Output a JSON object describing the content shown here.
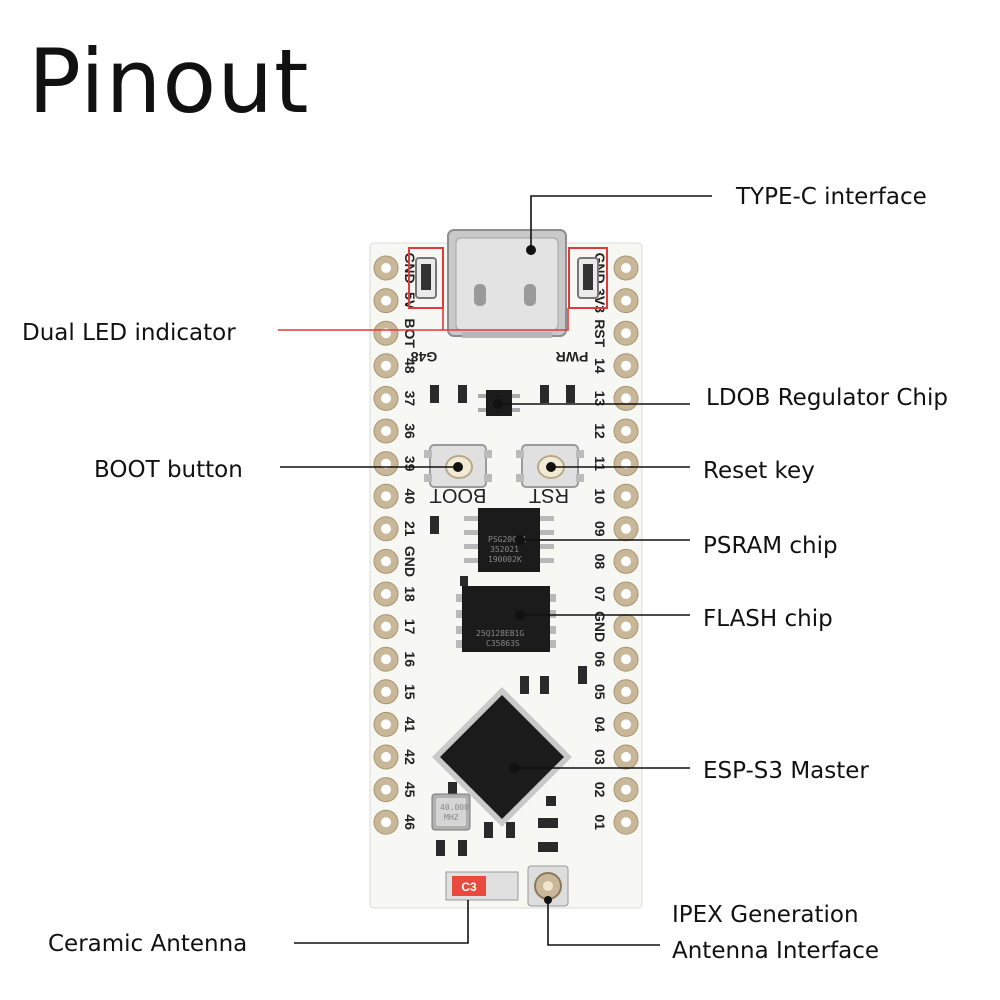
{
  "title": "Pinout",
  "colors": {
    "board": "#f7f7f4",
    "pad": "#c9b79a",
    "callout_line": "#111111",
    "led_highlight": "#e23a3a",
    "chip": "#1b1b1b"
  },
  "callouts": {
    "type_c": "TYPE-C interface",
    "dual_led": "Dual LED indicator",
    "ldo": "LDOB Regulator Chip",
    "boot_button": "BOOT button",
    "reset_key": "Reset key",
    "psram": "PSRAM chip",
    "flash": "FLASH chip",
    "esp": "ESP-S3 Master",
    "ceramic_antenna": "Ceramic Antenna",
    "ipex_line1": "IPEX Generation",
    "ipex_line2": "Antenna Interface"
  },
  "board_labels": {
    "left_pins": [
      "GND",
      "5V",
      "BOT",
      "48",
      "37",
      "36",
      "39",
      "40",
      "21",
      "GND",
      "18",
      "17",
      "16",
      "15",
      "41",
      "42",
      "45",
      "46"
    ],
    "right_pins": [
      "GND",
      "3V3",
      "RST",
      "14",
      "13",
      "12",
      "11",
      "10",
      "09",
      "08",
      "07",
      "GND",
      "06",
      "05",
      "04",
      "03",
      "02",
      "01"
    ],
    "g48": "G48",
    "pwr": "PWR",
    "boot": "BOOT",
    "rst": "RST",
    "psram_marking": [
      "PSG20001",
      "352021",
      "190002K"
    ],
    "flash_marking": [
      "25Q128EB1G",
      "C35863S"
    ],
    "crystal_marking": [
      "40.000",
      "MHZ"
    ],
    "antenna_marking": "C3"
  }
}
